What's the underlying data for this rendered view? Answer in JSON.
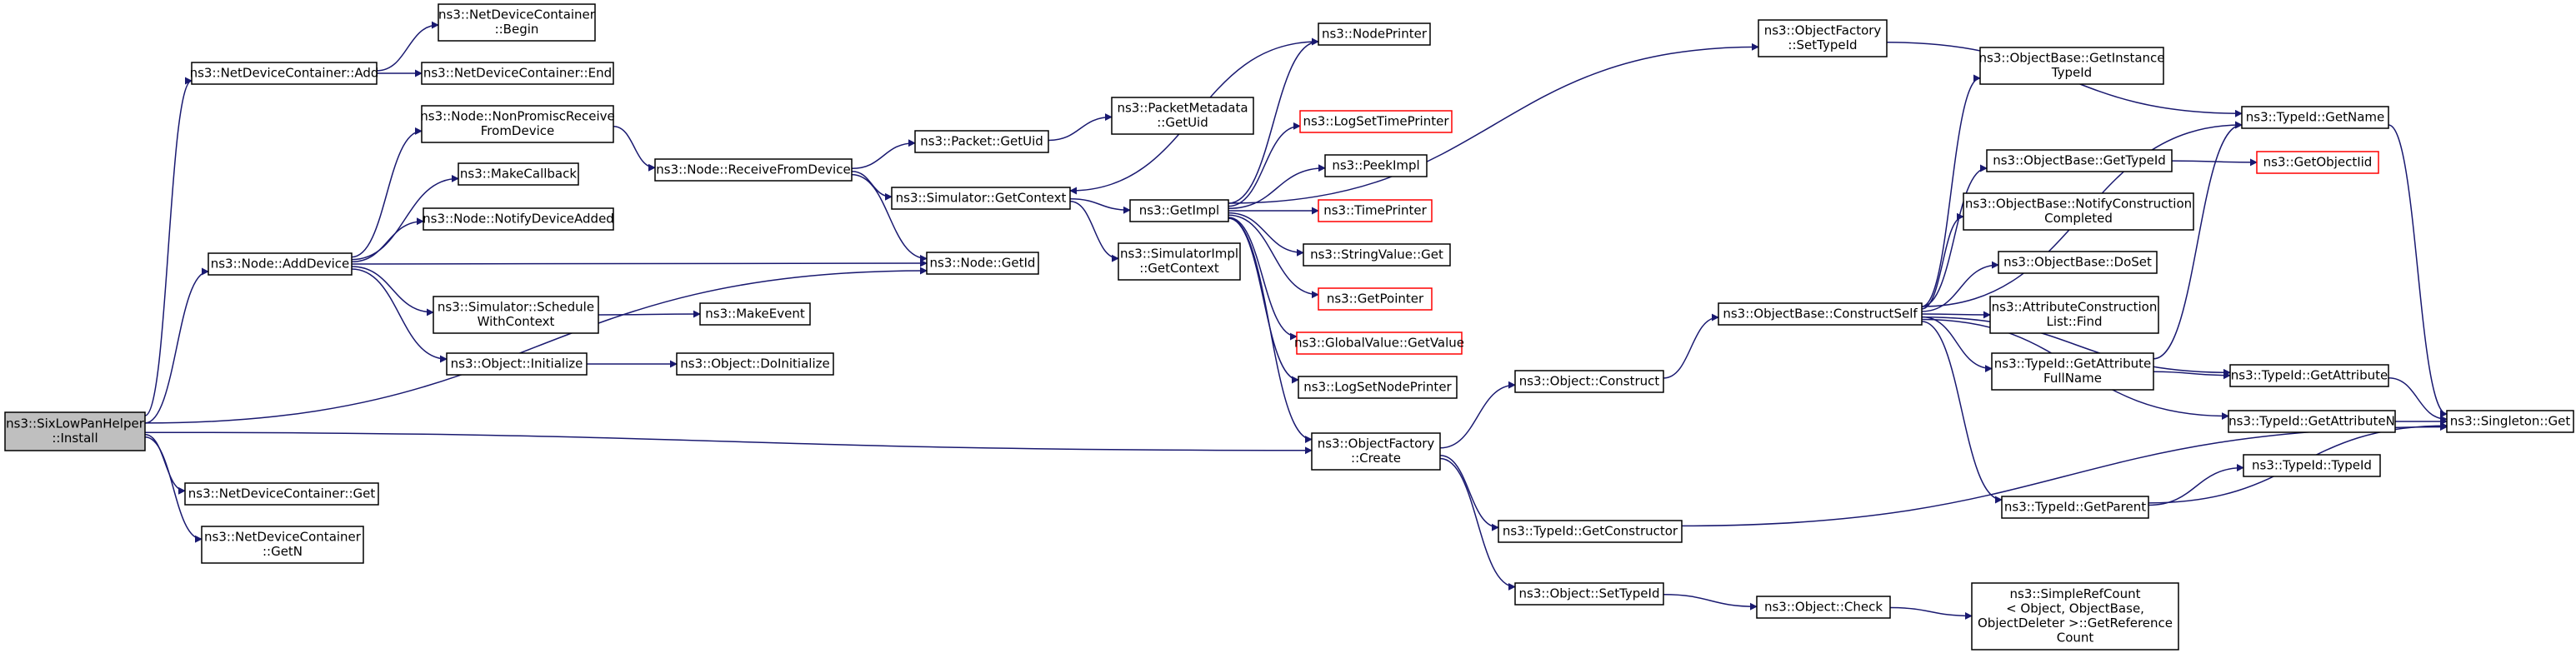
{
  "colors": {
    "edge": "#191970",
    "root_fill": "#bfbfbf",
    "missing_border": "#ff0000"
  },
  "nodes": [
    {
      "id": "sixlow_install",
      "lines": [
        "ns3::SixLowPanHelper",
        "::Install"
      ],
      "root": true
    },
    {
      "id": "ndc_add",
      "lines": [
        "ns3::NetDeviceContainer::Add"
      ]
    },
    {
      "id": "ndc_begin",
      "lines": [
        "ns3::NetDeviceContainer",
        "::Begin"
      ]
    },
    {
      "id": "ndc_end",
      "lines": [
        "ns3::NetDeviceContainer::End"
      ]
    },
    {
      "id": "node_adddevice",
      "lines": [
        "ns3::Node::AddDevice"
      ]
    },
    {
      "id": "node_nonpromisc",
      "lines": [
        "ns3::Node::NonPromiscReceive",
        "FromDevice"
      ]
    },
    {
      "id": "makecallback",
      "lines": [
        "ns3::MakeCallback"
      ]
    },
    {
      "id": "notifydeviceadded",
      "lines": [
        "ns3::Node::NotifyDeviceAdded"
      ]
    },
    {
      "id": "sim_schedule",
      "lines": [
        "ns3::Simulator::Schedule",
        "WithContext"
      ]
    },
    {
      "id": "obj_initialize",
      "lines": [
        "ns3::Object::Initialize"
      ]
    },
    {
      "id": "ndc_get",
      "lines": [
        "ns3::NetDeviceContainer::Get"
      ]
    },
    {
      "id": "ndc_getn",
      "lines": [
        "ns3::NetDeviceContainer",
        "::GetN"
      ]
    },
    {
      "id": "node_receive",
      "lines": [
        "ns3::Node::ReceiveFromDevice"
      ]
    },
    {
      "id": "packet_getuid",
      "lines": [
        "ns3::Packet::GetUid"
      ]
    },
    {
      "id": "sim_getcontext",
      "lines": [
        "ns3::Simulator::GetContext"
      ]
    },
    {
      "id": "node_getid",
      "lines": [
        "ns3::Node::GetId"
      ]
    },
    {
      "id": "makeevent",
      "lines": [
        "ns3::MakeEvent"
      ]
    },
    {
      "id": "obj_doinitialize",
      "lines": [
        "ns3::Object::DoInitialize"
      ]
    },
    {
      "id": "pktmeta_getuid",
      "lines": [
        "ns3::PacketMetadata",
        "::GetUid"
      ]
    },
    {
      "id": "getimpl",
      "lines": [
        "ns3::GetImpl"
      ]
    },
    {
      "id": "simimpl_getcontext",
      "lines": [
        "ns3::SimulatorImpl",
        "::GetContext"
      ]
    },
    {
      "id": "nodeprinter",
      "lines": [
        "ns3::NodePrinter"
      ]
    },
    {
      "id": "logsettimeprinter",
      "lines": [
        "ns3::LogSetTimePrinter"
      ],
      "missing": true
    },
    {
      "id": "peekimpl",
      "lines": [
        "ns3::PeekImpl"
      ]
    },
    {
      "id": "timeprinter",
      "lines": [
        "ns3::TimePrinter"
      ],
      "missing": true
    },
    {
      "id": "stringvalue_get",
      "lines": [
        "ns3::StringValue::Get"
      ]
    },
    {
      "id": "getpointer",
      "lines": [
        "ns3::GetPointer"
      ],
      "missing": true
    },
    {
      "id": "globalvalue_getvalue",
      "lines": [
        "ns3::GlobalValue::GetValue"
      ],
      "missing": true
    },
    {
      "id": "logsetnodeprinter",
      "lines": [
        "ns3::LogSetNodePrinter"
      ]
    },
    {
      "id": "objfactory_create",
      "lines": [
        "ns3::ObjectFactory",
        "::Create"
      ]
    },
    {
      "id": "objfactory_settypeid",
      "lines": [
        "ns3::ObjectFactory",
        "::SetTypeId"
      ]
    },
    {
      "id": "obj_construct",
      "lines": [
        "ns3::Object::Construct"
      ]
    },
    {
      "id": "typeid_getconstructor",
      "lines": [
        "ns3::TypeId::GetConstructor"
      ]
    },
    {
      "id": "obj_settypeid",
      "lines": [
        "ns3::Object::SetTypeId"
      ]
    },
    {
      "id": "objbase_constructself",
      "lines": [
        "ns3::ObjectBase::ConstructSelf"
      ]
    },
    {
      "id": "obj_check",
      "lines": [
        "ns3::Object::Check"
      ]
    },
    {
      "id": "objbase_getinstancetypeid",
      "lines": [
        "ns3::ObjectBase::GetInstance",
        "TypeId"
      ]
    },
    {
      "id": "objbase_gettypeid",
      "lines": [
        "ns3::ObjectBase::GetTypeId"
      ]
    },
    {
      "id": "objbase_notifyconstruction",
      "lines": [
        "ns3::ObjectBase::NotifyConstruction",
        "Completed"
      ]
    },
    {
      "id": "objbase_doset",
      "lines": [
        "ns3::ObjectBase::DoSet"
      ]
    },
    {
      "id": "attrconstruction_find",
      "lines": [
        "ns3::AttributeConstruction",
        "List::Find"
      ]
    },
    {
      "id": "typeid_getattributefullname",
      "lines": [
        "ns3::TypeId::GetAttribute",
        "FullName"
      ]
    },
    {
      "id": "typeid_getparent",
      "lines": [
        "ns3::TypeId::GetParent"
      ]
    },
    {
      "id": "simplerefcount",
      "lines": [
        "ns3::SimpleRefCount",
        "< Object, ObjectBase,",
        " ObjectDeleter >::GetReference",
        "Count"
      ]
    },
    {
      "id": "typeid_getname",
      "lines": [
        "ns3::TypeId::GetName"
      ]
    },
    {
      "id": "getobjectiid",
      "lines": [
        "ns3::GetObjectIid"
      ],
      "missing": true
    },
    {
      "id": "typeid_getattribute",
      "lines": [
        "ns3::TypeId::GetAttribute"
      ]
    },
    {
      "id": "typeid_getattributen",
      "lines": [
        "ns3::TypeId::GetAttributeN"
      ]
    },
    {
      "id": "typeid_typeid",
      "lines": [
        "ns3::TypeId::TypeId"
      ]
    },
    {
      "id": "singleton_get",
      "lines": [
        "ns3::Singleton::Get"
      ]
    }
  ]
}
